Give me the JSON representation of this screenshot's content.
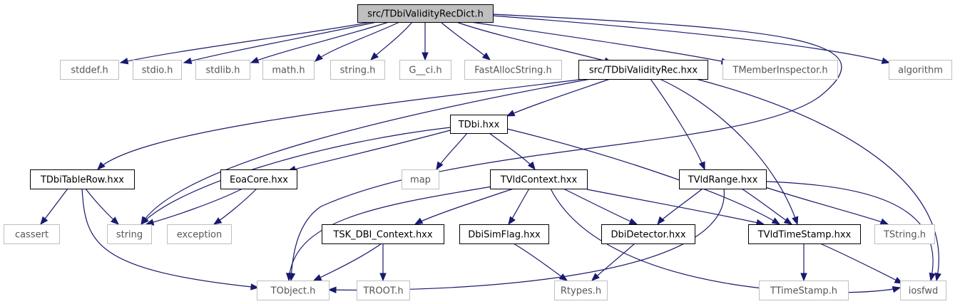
{
  "colors": {
    "edge": "#191970",
    "root_fill": "#bfbfbf",
    "internal_border": "#000000",
    "external_border": "#bfbfbf",
    "external_text": "#555555",
    "internal_text": "#000000"
  },
  "nodes": [
    {
      "id": "root",
      "label": "src/TDbiValidityRecDict.h",
      "kind": "root"
    },
    {
      "id": "stddef",
      "label": "stddef.h",
      "kind": "external"
    },
    {
      "id": "stdio",
      "label": "stdio.h",
      "kind": "external"
    },
    {
      "id": "stdlib",
      "label": "stdlib.h",
      "kind": "external"
    },
    {
      "id": "math",
      "label": "math.h",
      "kind": "external"
    },
    {
      "id": "stringh",
      "label": "string.h",
      "kind": "external"
    },
    {
      "id": "gci",
      "label": "G__ci.h",
      "kind": "external"
    },
    {
      "id": "fastalloc",
      "label": "FastAllocString.h",
      "kind": "external"
    },
    {
      "id": "validityrec",
      "label": "src/TDbiValidityRec.hxx",
      "kind": "internal"
    },
    {
      "id": "tmember",
      "label": "TMemberInspector.h",
      "kind": "external"
    },
    {
      "id": "algorithm",
      "label": "algorithm",
      "kind": "external"
    },
    {
      "id": "tdbi",
      "label": "TDbi.hxx",
      "kind": "internal"
    },
    {
      "id": "tablerow",
      "label": "TDbiTableRow.hxx",
      "kind": "internal"
    },
    {
      "id": "eoacore",
      "label": "EoaCore.hxx",
      "kind": "internal"
    },
    {
      "id": "map",
      "label": "map",
      "kind": "external"
    },
    {
      "id": "vldcontext",
      "label": "TVldContext.hxx",
      "kind": "internal"
    },
    {
      "id": "vldrange",
      "label": "TVldRange.hxx",
      "kind": "internal"
    },
    {
      "id": "cassert",
      "label": "cassert",
      "kind": "external"
    },
    {
      "id": "string",
      "label": "string",
      "kind": "external"
    },
    {
      "id": "exception",
      "label": "exception",
      "kind": "external"
    },
    {
      "id": "tskdbi",
      "label": "TSK_DBI_Context.hxx",
      "kind": "internal"
    },
    {
      "id": "simflag",
      "label": "DbiSimFlag.hxx",
      "kind": "internal"
    },
    {
      "id": "detector",
      "label": "DbiDetector.hxx",
      "kind": "internal"
    },
    {
      "id": "timestamp",
      "label": "TVldTimeStamp.hxx",
      "kind": "internal"
    },
    {
      "id": "tstring",
      "label": "TString.h",
      "kind": "external"
    },
    {
      "id": "tobject",
      "label": "TObject.h",
      "kind": "external"
    },
    {
      "id": "troot",
      "label": "TROOT.h",
      "kind": "external"
    },
    {
      "id": "rtypes",
      "label": "Rtypes.h",
      "kind": "external"
    },
    {
      "id": "ttimestamp",
      "label": "TTimeStamp.h",
      "kind": "external"
    },
    {
      "id": "iosfwd",
      "label": "iosfwd",
      "kind": "external"
    }
  ],
  "edges": [
    {
      "from": "root",
      "to": "stddef"
    },
    {
      "from": "root",
      "to": "stdio"
    },
    {
      "from": "root",
      "to": "stdlib"
    },
    {
      "from": "root",
      "to": "math"
    },
    {
      "from": "root",
      "to": "stringh"
    },
    {
      "from": "root",
      "to": "gci"
    },
    {
      "from": "root",
      "to": "fastalloc"
    },
    {
      "from": "root",
      "to": "validityrec"
    },
    {
      "from": "root",
      "to": "tmember"
    },
    {
      "from": "root",
      "to": "algorithm"
    },
    {
      "from": "root",
      "to": "tobject"
    },
    {
      "from": "validityrec",
      "to": "tablerow"
    },
    {
      "from": "validityrec",
      "to": "tdbi"
    },
    {
      "from": "validityrec",
      "to": "string"
    },
    {
      "from": "validityrec",
      "to": "vldrange"
    },
    {
      "from": "validityrec",
      "to": "timestamp"
    },
    {
      "from": "validityrec",
      "to": "iosfwd"
    },
    {
      "from": "tdbi",
      "to": "string"
    },
    {
      "from": "tdbi",
      "to": "eoacore"
    },
    {
      "from": "tdbi",
      "to": "map"
    },
    {
      "from": "tdbi",
      "to": "vldcontext"
    },
    {
      "from": "tdbi",
      "to": "timestamp"
    },
    {
      "from": "tablerow",
      "to": "cassert"
    },
    {
      "from": "tablerow",
      "to": "string"
    },
    {
      "from": "tablerow",
      "to": "tobject"
    },
    {
      "from": "eoacore",
      "to": "string"
    },
    {
      "from": "eoacore",
      "to": "exception"
    },
    {
      "from": "vldcontext",
      "to": "tobject"
    },
    {
      "from": "vldcontext",
      "to": "tskdbi"
    },
    {
      "from": "vldcontext",
      "to": "simflag"
    },
    {
      "from": "vldcontext",
      "to": "detector"
    },
    {
      "from": "vldcontext",
      "to": "timestamp"
    },
    {
      "from": "vldcontext",
      "to": "iosfwd"
    },
    {
      "from": "vldrange",
      "to": "detector"
    },
    {
      "from": "vldrange",
      "to": "timestamp"
    },
    {
      "from": "vldrange",
      "to": "tstring"
    },
    {
      "from": "vldrange",
      "to": "iosfwd"
    },
    {
      "from": "vldrange",
      "to": "tobject"
    },
    {
      "from": "tskdbi",
      "to": "tobject"
    },
    {
      "from": "tskdbi",
      "to": "troot"
    },
    {
      "from": "simflag",
      "to": "rtypes"
    },
    {
      "from": "detector",
      "to": "rtypes"
    },
    {
      "from": "timestamp",
      "to": "ttimestamp"
    },
    {
      "from": "timestamp",
      "to": "iosfwd"
    }
  ]
}
